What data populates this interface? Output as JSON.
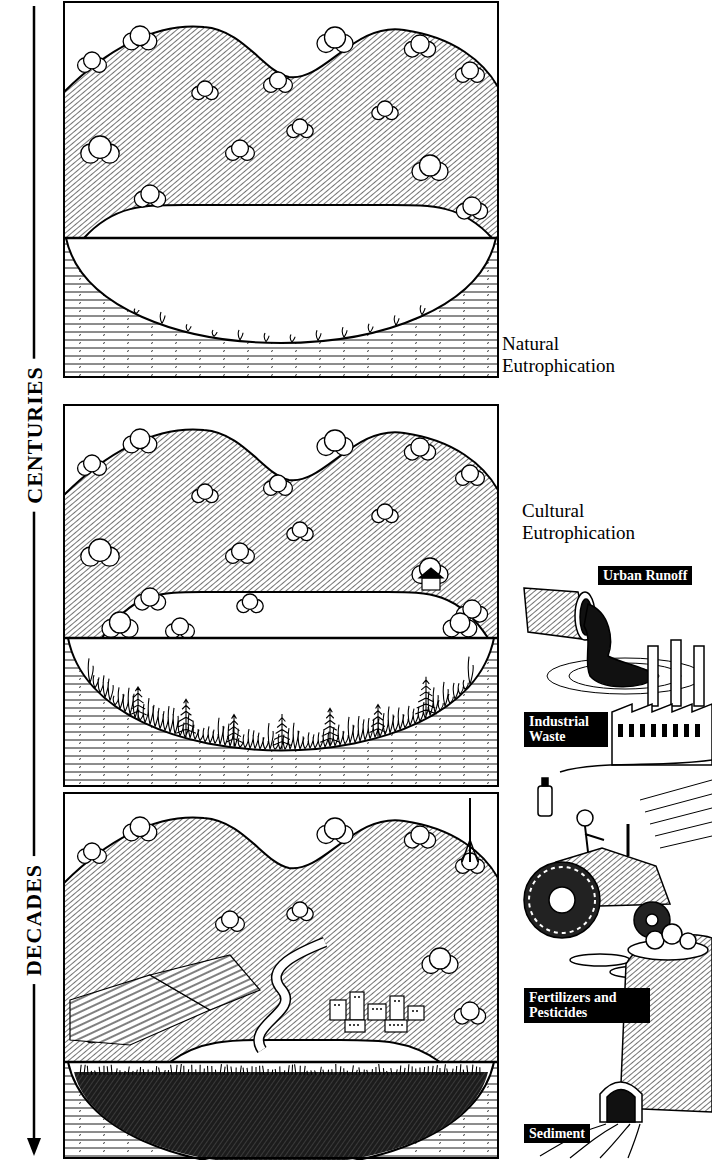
{
  "diagram": {
    "nodes": [
      {
        "text": [
          "Urban Runoff"
        ]
      },
      {
        "text": [
          "Industrial Waste"
        ]
      },
      {
        "text": [
          "Fertilizers and Pesticides"
        ]
      },
      {
        "text": [
          "Sediment"
        ]
      }
    ],
    "labels": [
      "CENTURIES",
      "DECADES",
      "Natural Eutrophication",
      "Cultural Eutrophication"
    ]
  }
}
